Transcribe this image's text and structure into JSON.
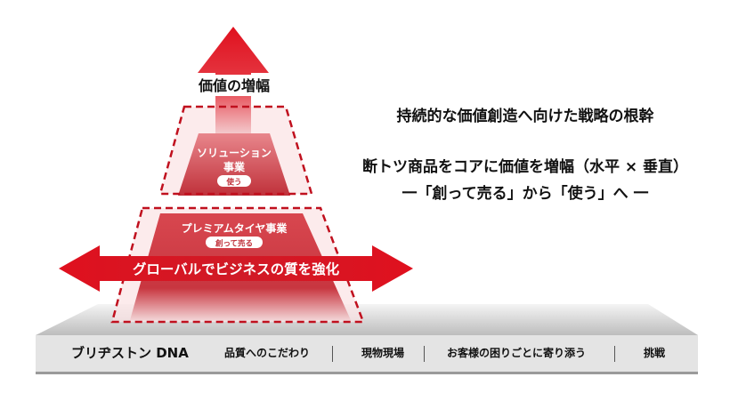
{
  "arrow_up_label": "価値の増幅",
  "top_tier": {
    "title_line1": "ソリューション",
    "title_line2": "事業",
    "badge": "使う"
  },
  "bottom_tier": {
    "title": "プレミアムタイヤ事業",
    "badge": "創って売る"
  },
  "horizontal_label": "グローバルでビジネスの質を強化",
  "strategy": {
    "heading": "持続的な価値創造へ向けた戦略の根幹",
    "line1": "断トツ商品をコアに価値を増幅（水平 × 垂直）",
    "line2": "一「創って売る」から「使う」へ 一"
  },
  "dna": {
    "title": "ブリヂストン DNA",
    "items": [
      "品質へのこだわり",
      "現物現場",
      "お客様の困りごとに寄り添う",
      "挑戦"
    ]
  },
  "colors": {
    "red": "#e0101e",
    "dark_red": "#c0313a",
    "light_gray": "#e4e4e4",
    "dark_text": "#111111"
  }
}
